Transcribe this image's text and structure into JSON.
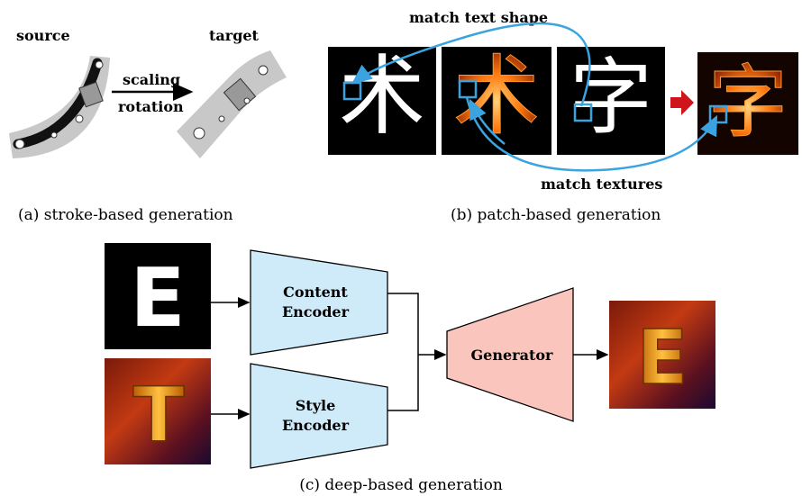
{
  "panel_a": {
    "source_label": "source",
    "target_label": "target",
    "arrow_label_1": "scaling",
    "arrow_label_2": "rotation",
    "caption": "(a) stroke-based generation"
  },
  "panel_b": {
    "top_label": "match text shape",
    "bottom_label": "match textures",
    "glyph_source": "术",
    "glyph_target": "字",
    "caption": "(b) patch-based generation",
    "colors": {
      "highlight_box": "#3aa3e0",
      "fire": "#ff6a00",
      "red_arrow": "#d0141c"
    }
  },
  "panel_c": {
    "content_glyph": "E",
    "style_glyph": "T",
    "output_glyph": "E",
    "content_encoder_1": "Content",
    "content_encoder_2": "Encoder",
    "style_encoder_1": "Style",
    "style_encoder_2": "Encoder",
    "generator_label": "Generator",
    "caption": "(c) deep-based generation",
    "colors": {
      "encoder_fill": "#cfeaf8",
      "generator_fill": "#f9c5bd",
      "style_gold": "#f0a020"
    }
  }
}
